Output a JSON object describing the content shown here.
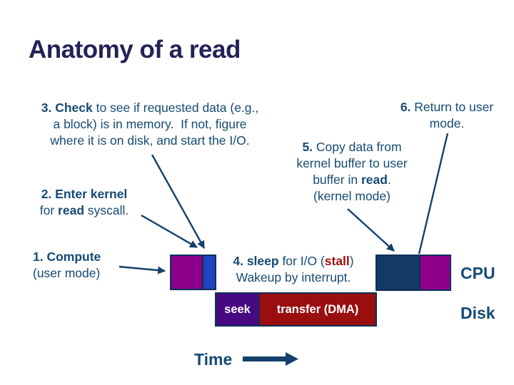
{
  "slide": {
    "title": "Anatomy of a read",
    "step1": {
      "line1": "1. Compute",
      "line2": "(user mode)"
    },
    "step2": {
      "line1": "2. Enter kernel",
      "line2_pre": "for ",
      "line2_bold": "read",
      "line2_post": " syscall."
    },
    "step3": {
      "line1_bold": "3. Check",
      "line1_rest": " to see if requested data (e.g.,",
      "line2": "a block) is in memory.  If not, figure",
      "line3": "where it is on disk, and start the I/O."
    },
    "step4": {
      "line1_bold": "4. sleep",
      "line1_mid": " for I/O (",
      "line1_stall": "stall",
      "line1_close": ")",
      "line2": "Wakeup by interrupt."
    },
    "step5": {
      "line1_bold": "5.",
      "line1_rest": " Copy data from",
      "line2": "kernel buffer to user",
      "line3_pre": "buffer in ",
      "line3_bold": "read",
      "line3_post": ".",
      "line4": "(kernel mode)"
    },
    "step6": {
      "line1_bold": "6.",
      "line1_rest": " Return to user",
      "line2": "mode."
    },
    "timeline": {
      "seek_label": "seek",
      "transfer_label": "transfer (DMA)",
      "cpu_label": "CPU",
      "disk_label": "Disk",
      "time_label": "Time"
    },
    "colors": {
      "title_navy": "#232257",
      "text_navy": "#164a73",
      "bar_navy": "#123a63",
      "bar_border_navy": "#0e3058",
      "user_mode_purple": "#8c008c",
      "kernel_mode_blue": "#2143c0",
      "seek_indigo": "#470982",
      "transfer_red": "#9b0e10",
      "stall_red": "#9b1111",
      "arrow_navy": "#14406b"
    }
  }
}
